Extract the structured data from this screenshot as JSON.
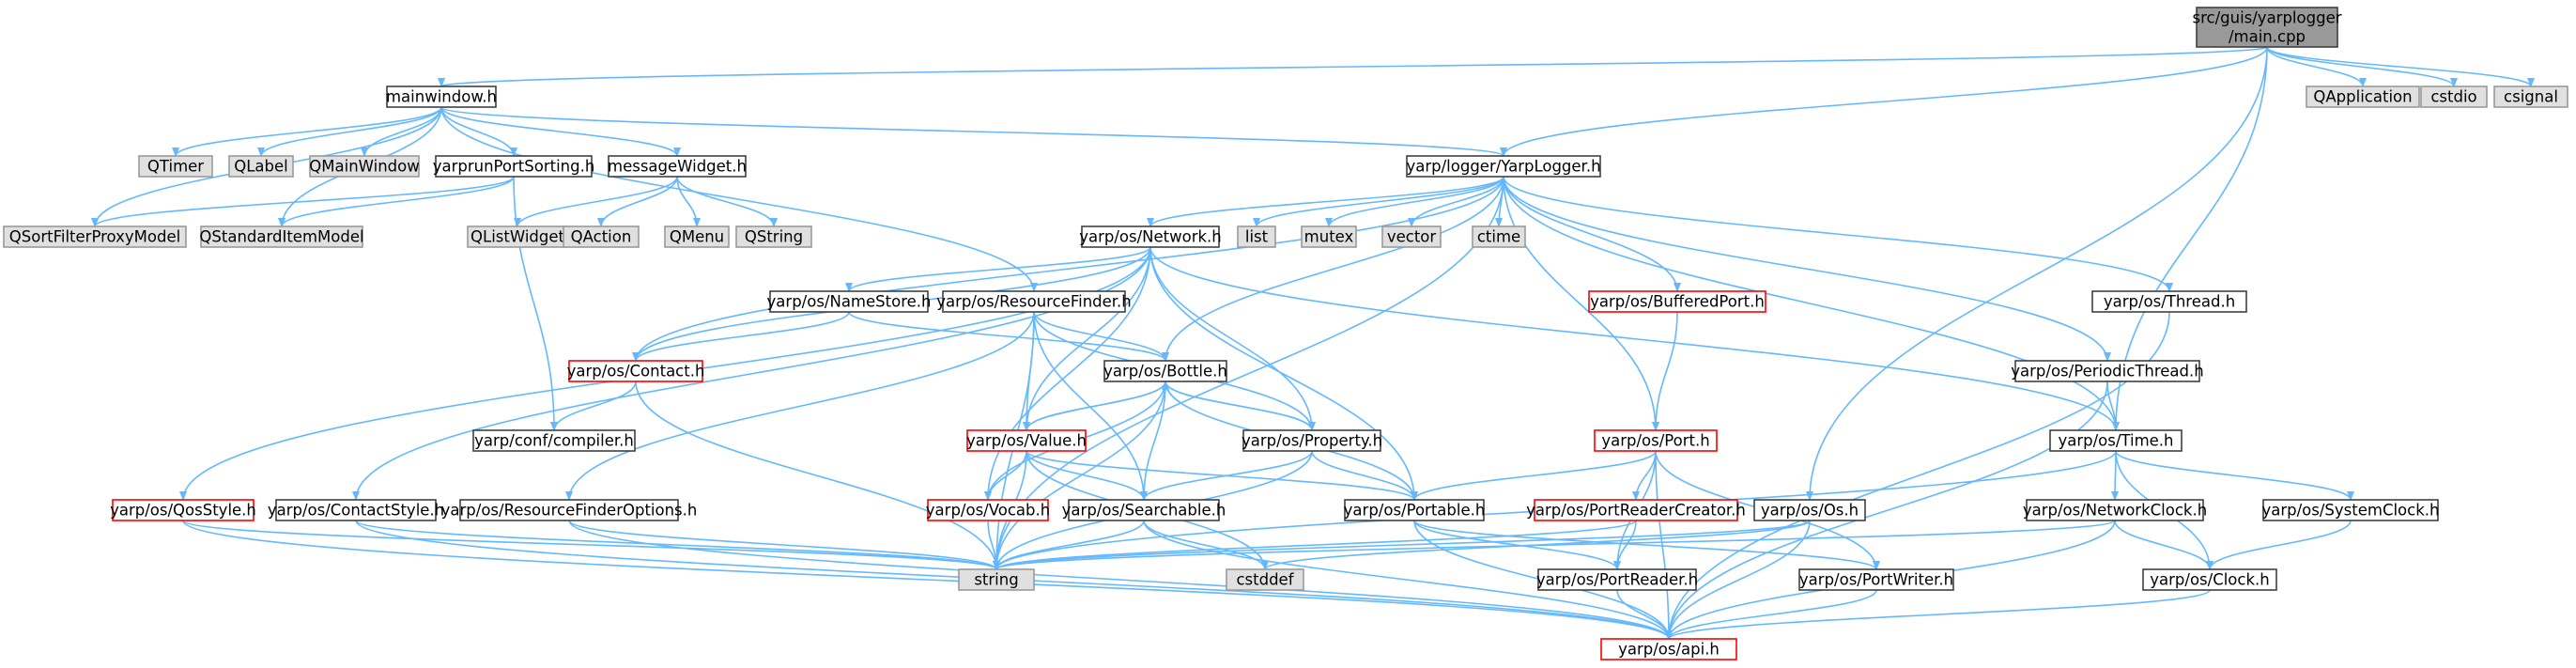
{
  "style": {
    "edge_color": "#63B8FF",
    "arrow_color": "#63B8FF",
    "node_border": "#404040",
    "node_border_incomplete": "#FF0000",
    "node_fill": "#ffffff",
    "root_fill": "#999999",
    "system_fill": "#E0E0E0",
    "system_border": "#999999",
    "text_color": "#000000"
  },
  "nodes": [
    {
      "id": "main",
      "label": "src/guis/yarplogger\n/main.cpp",
      "kind": "root"
    },
    {
      "id": "mainwindow",
      "label": "mainwindow.h",
      "kind": "normal"
    },
    {
      "id": "QApplication",
      "label": "QApplication",
      "kind": "system"
    },
    {
      "id": "cstdio",
      "label": "cstdio",
      "kind": "system"
    },
    {
      "id": "csignal",
      "label": "csignal",
      "kind": "system"
    },
    {
      "id": "QTimer",
      "label": "QTimer",
      "kind": "system"
    },
    {
      "id": "QLabel",
      "label": "QLabel",
      "kind": "system"
    },
    {
      "id": "QMainWindow",
      "label": "QMainWindow",
      "kind": "system"
    },
    {
      "id": "yarprunPortSorting",
      "label": "yarprunPortSorting.h",
      "kind": "normal"
    },
    {
      "id": "messageWidget",
      "label": "messageWidget.h",
      "kind": "normal"
    },
    {
      "id": "YarpLogger",
      "label": "yarp/logger/YarpLogger.h",
      "kind": "normal"
    },
    {
      "id": "QSortFilterProxyModel",
      "label": "QSortFilterProxyModel",
      "kind": "system"
    },
    {
      "id": "QStandardItemModel",
      "label": "QStandardItemModel",
      "kind": "system"
    },
    {
      "id": "QListWidget",
      "label": "QListWidget",
      "kind": "system"
    },
    {
      "id": "QAction",
      "label": "QAction",
      "kind": "system"
    },
    {
      "id": "QMenu",
      "label": "QMenu",
      "kind": "system"
    },
    {
      "id": "QString",
      "label": "QString",
      "kind": "system"
    },
    {
      "id": "Network",
      "label": "yarp/os/Network.h",
      "kind": "normal"
    },
    {
      "id": "list",
      "label": "list",
      "kind": "system"
    },
    {
      "id": "mutex",
      "label": "mutex",
      "kind": "system"
    },
    {
      "id": "vector",
      "label": "vector",
      "kind": "system"
    },
    {
      "id": "ctime",
      "label": "ctime",
      "kind": "system"
    },
    {
      "id": "NameStore",
      "label": "yarp/os/NameStore.h",
      "kind": "normal"
    },
    {
      "id": "ResourceFinder",
      "label": "yarp/os/ResourceFinder.h",
      "kind": "normal"
    },
    {
      "id": "BufferedPort",
      "label": "yarp/os/BufferedPort.h",
      "kind": "incomplete"
    },
    {
      "id": "Thread",
      "label": "yarp/os/Thread.h",
      "kind": "normal"
    },
    {
      "id": "Contact",
      "label": "yarp/os/Contact.h",
      "kind": "incomplete"
    },
    {
      "id": "Bottle",
      "label": "yarp/os/Bottle.h",
      "kind": "normal"
    },
    {
      "id": "PeriodicThread",
      "label": "yarp/os/PeriodicThread.h",
      "kind": "normal"
    },
    {
      "id": "compiler",
      "label": "yarp/conf/compiler.h",
      "kind": "normal"
    },
    {
      "id": "Value",
      "label": "yarp/os/Value.h",
      "kind": "incomplete"
    },
    {
      "id": "Property",
      "label": "yarp/os/Property.h",
      "kind": "normal"
    },
    {
      "id": "Port",
      "label": "yarp/os/Port.h",
      "kind": "incomplete"
    },
    {
      "id": "Time",
      "label": "yarp/os/Time.h",
      "kind": "normal"
    },
    {
      "id": "QosStyle",
      "label": "yarp/os/QosStyle.h",
      "kind": "incomplete"
    },
    {
      "id": "ContactStyle",
      "label": "yarp/os/ContactStyle.h",
      "kind": "normal"
    },
    {
      "id": "ResourceFinderOptions",
      "label": "yarp/os/ResourceFinderOptions.h",
      "kind": "normal"
    },
    {
      "id": "Vocab",
      "label": "yarp/os/Vocab.h",
      "kind": "incomplete"
    },
    {
      "id": "Searchable",
      "label": "yarp/os/Searchable.h",
      "kind": "normal"
    },
    {
      "id": "Portable",
      "label": "yarp/os/Portable.h",
      "kind": "normal"
    },
    {
      "id": "PortReaderCreator",
      "label": "yarp/os/PortReaderCreator.h",
      "kind": "incomplete"
    },
    {
      "id": "Os",
      "label": "yarp/os/Os.h",
      "kind": "normal"
    },
    {
      "id": "NetworkClock",
      "label": "yarp/os/NetworkClock.h",
      "kind": "normal"
    },
    {
      "id": "SystemClock",
      "label": "yarp/os/SystemClock.h",
      "kind": "normal"
    },
    {
      "id": "string",
      "label": "string",
      "kind": "system"
    },
    {
      "id": "cstddef",
      "label": "cstddef",
      "kind": "system"
    },
    {
      "id": "PortReader",
      "label": "yarp/os/PortReader.h",
      "kind": "normal"
    },
    {
      "id": "PortWriter",
      "label": "yarp/os/PortWriter.h",
      "kind": "normal"
    },
    {
      "id": "Clock",
      "label": "yarp/os/Clock.h",
      "kind": "normal"
    },
    {
      "id": "api",
      "label": "yarp/os/api.h",
      "kind": "incomplete"
    }
  ],
  "edges": [
    [
      "main",
      "mainwindow"
    ],
    [
      "main",
      "QApplication"
    ],
    [
      "main",
      "cstdio"
    ],
    [
      "main",
      "csignal"
    ],
    [
      "main",
      "YarpLogger"
    ],
    [
      "main",
      "Os"
    ],
    [
      "main",
      "Time"
    ],
    [
      "mainwindow",
      "QTimer"
    ],
    [
      "mainwindow",
      "QLabel"
    ],
    [
      "mainwindow",
      "QMainWindow"
    ],
    [
      "mainwindow",
      "yarprunPortSorting"
    ],
    [
      "mainwindow",
      "messageWidget"
    ],
    [
      "mainwindow",
      "YarpLogger"
    ],
    [
      "mainwindow",
      "ResourceFinder"
    ],
    [
      "mainwindow",
      "QSortFilterProxyModel"
    ],
    [
      "mainwindow",
      "QStandardItemModel"
    ],
    [
      "yarprunPortSorting",
      "QSortFilterProxyModel"
    ],
    [
      "yarprunPortSorting",
      "QStandardItemModel"
    ],
    [
      "yarprunPortSorting",
      "compiler"
    ],
    [
      "messageWidget",
      "QListWidget"
    ],
    [
      "messageWidget",
      "QAction"
    ],
    [
      "messageWidget",
      "QMenu"
    ],
    [
      "messageWidget",
      "QString"
    ],
    [
      "YarpLogger",
      "Network"
    ],
    [
      "YarpLogger",
      "list"
    ],
    [
      "YarpLogger",
      "mutex"
    ],
    [
      "YarpLogger",
      "vector"
    ],
    [
      "YarpLogger",
      "ctime"
    ],
    [
      "YarpLogger",
      "BufferedPort"
    ],
    [
      "YarpLogger",
      "Thread"
    ],
    [
      "YarpLogger",
      "PeriodicThread"
    ],
    [
      "YarpLogger",
      "Port"
    ],
    [
      "YarpLogger",
      "Bottle"
    ],
    [
      "YarpLogger",
      "Time"
    ],
    [
      "YarpLogger",
      "string"
    ],
    [
      "YarpLogger",
      "Contact"
    ],
    [
      "Network",
      "NameStore"
    ],
    [
      "Network",
      "Contact"
    ],
    [
      "Network",
      "Value"
    ],
    [
      "Network",
      "Property"
    ],
    [
      "Network",
      "Time"
    ],
    [
      "Network",
      "QosStyle"
    ],
    [
      "Network",
      "ContactStyle"
    ],
    [
      "Network",
      "Vocab"
    ],
    [
      "Network",
      "Portable"
    ],
    [
      "NameStore",
      "Contact"
    ],
    [
      "NameStore",
      "Bottle"
    ],
    [
      "ResourceFinder",
      "Bottle"
    ],
    [
      "ResourceFinder",
      "Property"
    ],
    [
      "ResourceFinder",
      "Value"
    ],
    [
      "ResourceFinder",
      "ResourceFinderOptions"
    ],
    [
      "ResourceFinder",
      "string"
    ],
    [
      "ResourceFinder",
      "Searchable"
    ],
    [
      "Contact",
      "compiler"
    ],
    [
      "Contact",
      "string"
    ],
    [
      "Bottle",
      "Value"
    ],
    [
      "Bottle",
      "Property"
    ],
    [
      "Bottle",
      "Searchable"
    ],
    [
      "Bottle",
      "Portable"
    ],
    [
      "Bottle",
      "string"
    ],
    [
      "Bottle",
      "Vocab"
    ],
    [
      "Value",
      "Bottle"
    ],
    [
      "Value",
      "Vocab"
    ],
    [
      "Value",
      "Searchable"
    ],
    [
      "Value",
      "Portable"
    ],
    [
      "Value",
      "string"
    ],
    [
      "Value",
      "cstddef"
    ],
    [
      "Property",
      "Bottle"
    ],
    [
      "Property",
      "Searchable"
    ],
    [
      "Property",
      "Portable"
    ],
    [
      "Property",
      "string"
    ],
    [
      "BufferedPort",
      "Port"
    ],
    [
      "Thread",
      "api"
    ],
    [
      "PeriodicThread",
      "Time"
    ],
    [
      "PeriodicThread",
      "api"
    ],
    [
      "Port",
      "Portable"
    ],
    [
      "Port",
      "PortReaderCreator"
    ],
    [
      "Port",
      "PortReader"
    ],
    [
      "Port",
      "PortWriter"
    ],
    [
      "Port",
      "api"
    ],
    [
      "Time",
      "NetworkClock"
    ],
    [
      "Time",
      "SystemClock"
    ],
    [
      "Time",
      "Clock"
    ],
    [
      "Time",
      "string"
    ],
    [
      "QosStyle",
      "api"
    ],
    [
      "QosStyle",
      "string"
    ],
    [
      "ContactStyle",
      "api"
    ],
    [
      "ContactStyle",
      "string"
    ],
    [
      "ResourceFinderOptions",
      "api"
    ],
    [
      "ResourceFinderOptions",
      "string"
    ],
    [
      "Vocab",
      "string"
    ],
    [
      "Searchable",
      "string"
    ],
    [
      "Searchable",
      "api"
    ],
    [
      "Searchable",
      "cstddef"
    ],
    [
      "Portable",
      "PortReader"
    ],
    [
      "Portable",
      "PortWriter"
    ],
    [
      "Portable",
      "api"
    ],
    [
      "PortReaderCreator",
      "PortReader"
    ],
    [
      "PortReaderCreator",
      "string"
    ],
    [
      "Os",
      "api"
    ],
    [
      "Os",
      "string"
    ],
    [
      "Os",
      "cstddef"
    ],
    [
      "NetworkClock",
      "Clock"
    ],
    [
      "NetworkClock",
      "api"
    ],
    [
      "NetworkClock",
      "string"
    ],
    [
      "SystemClock",
      "Clock"
    ],
    [
      "PortReader",
      "api"
    ],
    [
      "PortWriter",
      "api"
    ],
    [
      "Clock",
      "api"
    ]
  ]
}
